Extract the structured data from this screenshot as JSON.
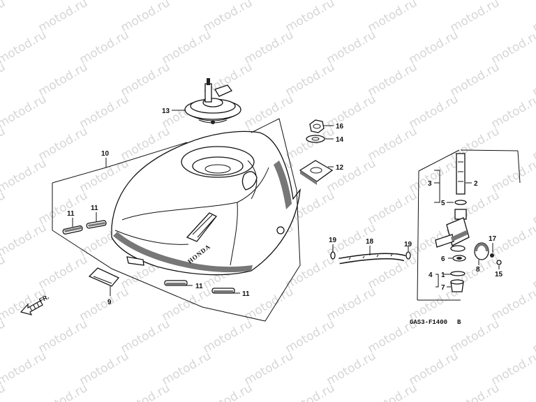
{
  "watermark": {
    "text": "motod.ru"
  },
  "diagram": {
    "drawing_code": "GAS3-F1400",
    "drawing_code_suffix": "B",
    "direction_label": "FR.",
    "tank_brand": "HONDA",
    "callouts": [
      {
        "id": "c13",
        "label": "13",
        "part": "fuel-filler-cap"
      },
      {
        "id": "c10",
        "label": "10",
        "part": "fuel-tank"
      },
      {
        "id": "c11a",
        "label": "11",
        "part": "tank-cushion-rubber"
      },
      {
        "id": "c11b",
        "label": "11",
        "part": "tank-cushion-rubber"
      },
      {
        "id": "c11c",
        "label": "11",
        "part": "tank-cushion-rubber"
      },
      {
        "id": "c11d",
        "label": "11",
        "part": "tank-cushion-rubber"
      },
      {
        "id": "c9",
        "label": "9",
        "part": "rear-mount-rubber"
      },
      {
        "id": "c16",
        "label": "16",
        "part": "nut"
      },
      {
        "id": "c14",
        "label": "14",
        "part": "washer"
      },
      {
        "id": "c12",
        "label": "12",
        "part": "mount-bracket"
      },
      {
        "id": "c2",
        "label": "2",
        "part": "fuel-valve-assembly"
      },
      {
        "id": "c3",
        "label": "3",
        "part": "fuel-strainer"
      },
      {
        "id": "c5",
        "label": "5",
        "part": "o-ring"
      },
      {
        "id": "c18",
        "label": "18",
        "part": "fuel-tube"
      },
      {
        "id": "c19a",
        "label": "19",
        "part": "tube-clip"
      },
      {
        "id": "c19b",
        "label": "19",
        "part": "tube-clip"
      },
      {
        "id": "c17",
        "label": "17",
        "part": "washer"
      },
      {
        "id": "c8",
        "label": "8",
        "part": "lever-plate"
      },
      {
        "id": "c15",
        "label": "15",
        "part": "screw"
      },
      {
        "id": "c6",
        "label": "6",
        "part": "packing"
      },
      {
        "id": "c4",
        "label": "4",
        "part": "sediment-cup-set"
      },
      {
        "id": "c1",
        "label": "1",
        "part": "o-ring"
      },
      {
        "id": "c7",
        "label": "7",
        "part": "sediment-cup"
      }
    ]
  }
}
